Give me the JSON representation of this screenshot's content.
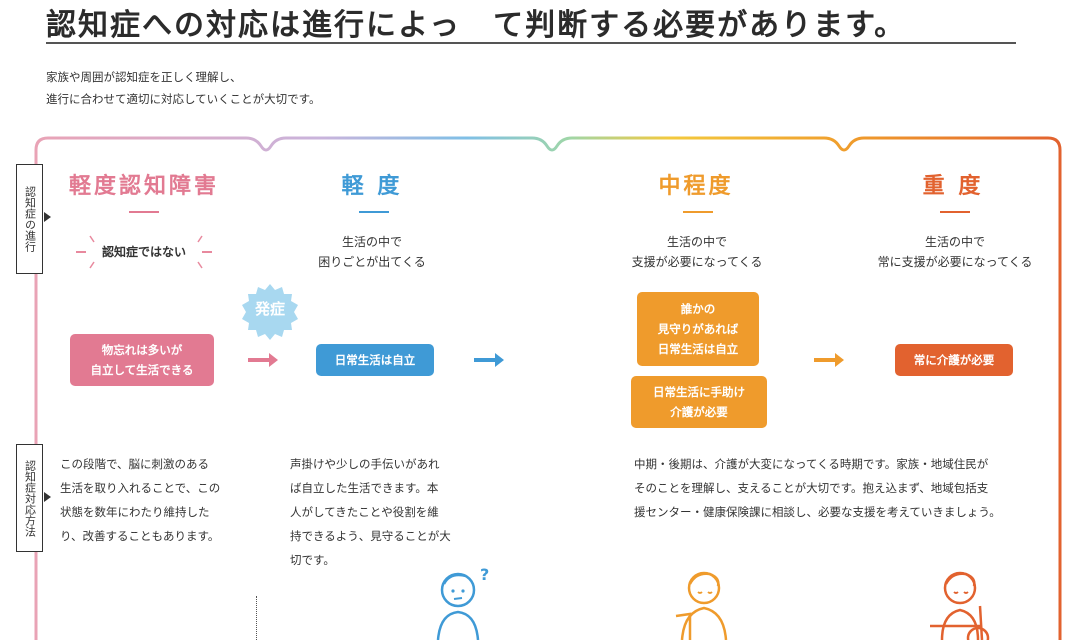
{
  "header": {
    "title": "認知症への対応は進行によっ　て判断する必要があります。",
    "intro_lines": [
      "家族や周囲が認知症を正しく理解し、",
      "進行に合わせて適切に対応していくことが大切です。"
    ]
  },
  "side_labels": {
    "progress": "認知症の進行",
    "response": "認知症対応方法"
  },
  "stages": [
    {
      "name": "軽度認知障害",
      "color": "#e27a92",
      "note": "認知症ではない",
      "box_lines": [
        "物忘れは多いが",
        "自立して生活できる"
      ],
      "desc_lines": [
        "この段階で、脳に刺激のある",
        "生活を取り入れることで、この",
        "状態を数年にわたり維持した",
        "り、改善することもあります。"
      ]
    },
    {
      "name": "軽 度",
      "color": "#3f9ad6",
      "sub_lines": [
        "生活の中で",
        "困りごとが出てくる"
      ],
      "box_lines": [
        "日常生活は自立"
      ],
      "desc_lines": [
        "声掛けや少しの手伝いがあれ",
        "ば自立した生活できます。本",
        "人がしてきたことや役割を維",
        "持できるよう、見守ることが大",
        "切です。"
      ]
    },
    {
      "name": "中程度",
      "color": "#ef9b2c",
      "sub_lines": [
        "生活の中で",
        "支援が必要になってくる"
      ],
      "box1_lines": [
        "誰かの",
        "見守りがあれば",
        "日常生活は自立"
      ],
      "box2_lines": [
        "日常生活に手助け",
        "介護が必要"
      ],
      "desc_lines": [
        "中期・後期は、介護が大変になってくる時期です。家族・地域住民が",
        "そのことを理解し、支えることが大切です。抱え込まず、地域包括支",
        "援センター・健康保険課に相談し、必要な支援を考えていきましょう。"
      ]
    },
    {
      "name": "重 度",
      "color": "#e2622f",
      "sub_lines": [
        "生活の中で",
        "常に支援が必要になってくる"
      ],
      "box_lines": [
        "常に介護が必要"
      ]
    }
  ],
  "onset_badge": "発症",
  "person_marks": {
    "question": "?"
  },
  "colors": {
    "onset_badge": "#a8d8f0",
    "frame_pink": "#e9a3b6",
    "frame_blue": "#7fbfe6",
    "frame_yellow": "#f3c93d",
    "frame_orange": "#e2622f",
    "arrow_pink": "#e27a92",
    "arrow_blue": "#3f9ad6",
    "arrow_orange": "#ef9b2c"
  }
}
